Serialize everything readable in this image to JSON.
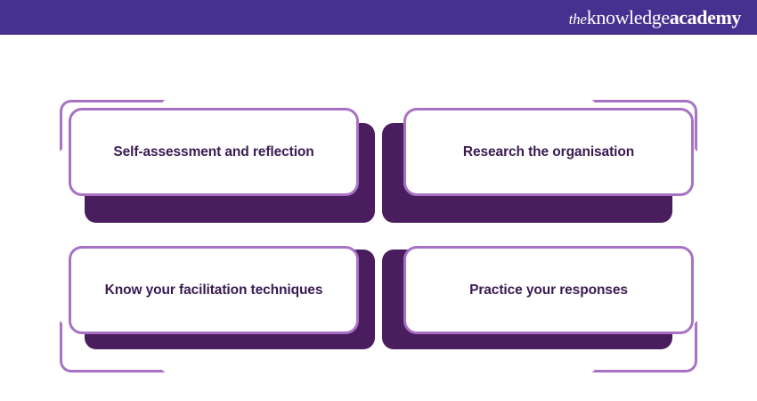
{
  "header": {
    "background_color": "#473190",
    "logo": {
      "icon_name": "the-knowledge-academy-logo",
      "part_the": "the",
      "part_knowledge": "knowledge",
      "part_academy": "academy",
      "full_text": "theknowledgeacademy"
    }
  },
  "theme": {
    "page_background": "#ffffff",
    "accent_dark_purple": "#4a1d5e",
    "accent_light_purple": "#a872c4",
    "text_color": "#3a1b52",
    "header_purple": "#473190"
  },
  "main": {
    "cards": [
      {
        "label": "Self-assessment and reflection",
        "position": "row1-col1",
        "bracket_corner": "top-left",
        "block_corner": "bottom-right"
      },
      {
        "label": "Research the organisation",
        "position": "row1-col2",
        "bracket_corner": "top-right",
        "block_corner": "bottom-left"
      },
      {
        "label": "Know your facilitation techniques",
        "position": "row2-col1",
        "bracket_corner": "bottom-left",
        "block_corner": "top-right"
      },
      {
        "label": "Practice your responses",
        "position": "row2-col2",
        "bracket_corner": "bottom-right",
        "block_corner": "top-left"
      }
    ]
  }
}
